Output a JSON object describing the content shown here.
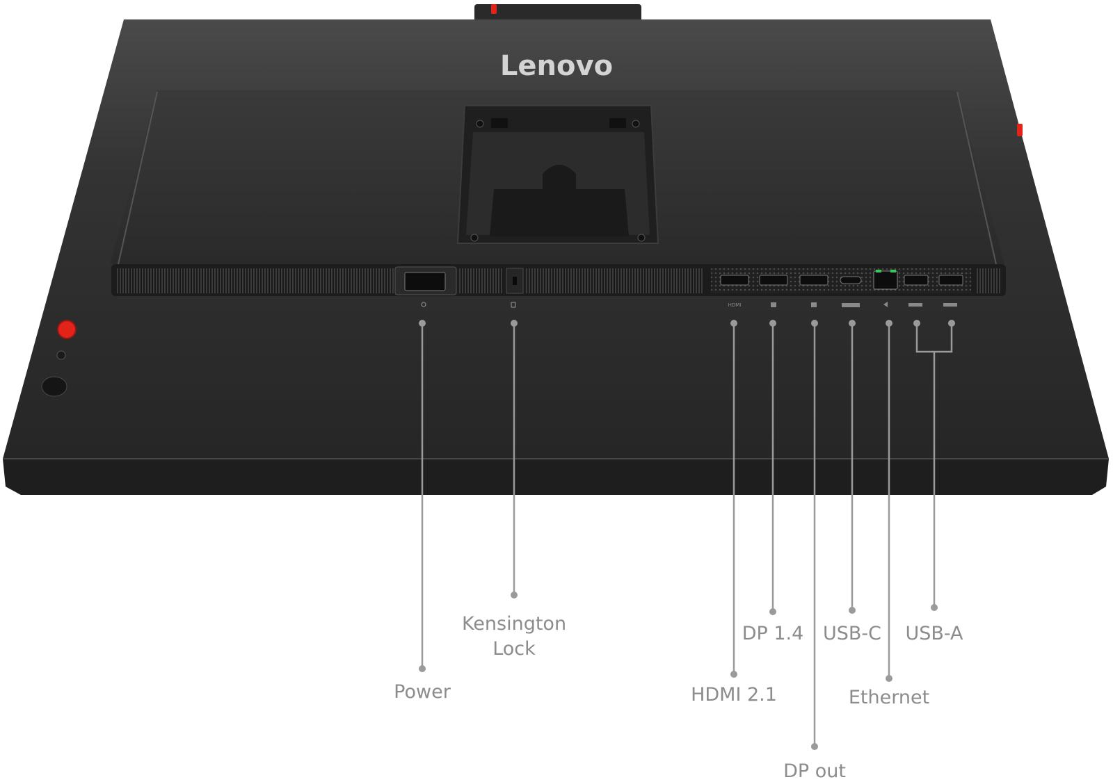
{
  "brand": {
    "logo_text": "Lenovo"
  },
  "port_glyphs": {
    "hdmi": "HDMI"
  },
  "callouts": {
    "power": "Power",
    "kensington_line1": "Kensington",
    "kensington_line2": "Lock",
    "hdmi": "HDMI 2.1",
    "dp14": "DP 1.4",
    "dp_out": "DP out",
    "usb_c": "USB-C",
    "ethernet": "Ethernet",
    "usb_a": "USB-A"
  },
  "colors": {
    "monitor_body": "#2b2b2b",
    "monitor_top": "#3a3a3a",
    "accent_red": "#e2231a",
    "ethernet_led": "#38c75b",
    "leader_line": "#9a9a9a",
    "label_text": "#8c8c8c"
  }
}
